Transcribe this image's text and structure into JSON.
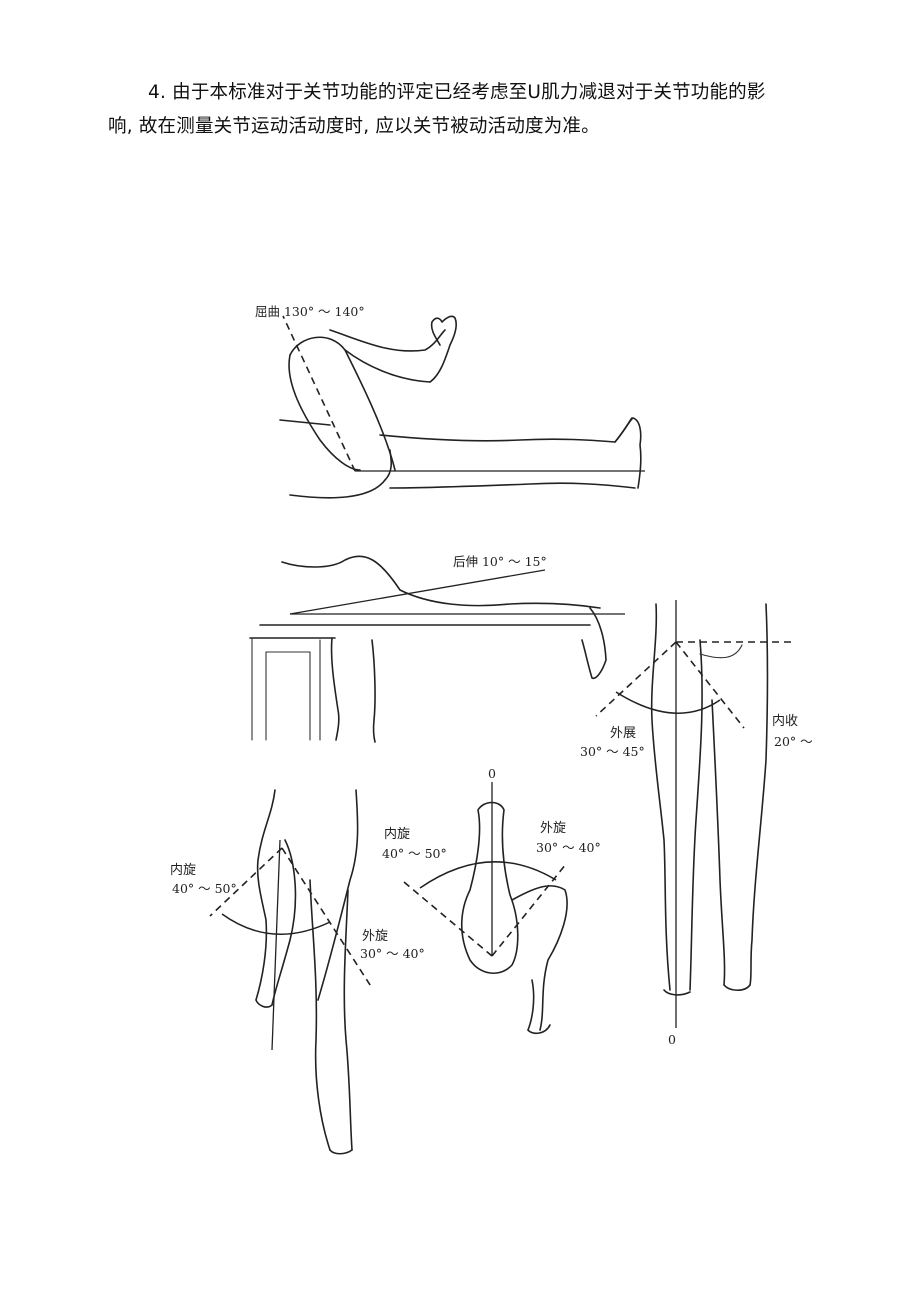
{
  "paragraph": {
    "line1": "4. 由于本标准对于关节功能的评定已经考虑至U肌力减退对于关节功能的影",
    "line2": "响, 故在测量关节运动活动度时, 应以关节被动活动度为准。"
  },
  "figure": {
    "hip_flexion": {
      "label": "屈曲 130° ～ 140°"
    },
    "hip_extension": {
      "label": "后伸 10° ～ 15°"
    },
    "abduction_adduction": {
      "abduction_label": "外展",
      "abduction_range": "30° ～ 45°",
      "adduction_label": "内收",
      "adduction_range": "20° ～",
      "zero_bottom": "0"
    },
    "knee_rotation": {
      "internal_label": "内旋",
      "internal_range": "40° ～ 50°",
      "external_label": "外旋",
      "external_range": "30° ～ 40°"
    },
    "foot_rotation": {
      "zero_top": "0",
      "internal_label": "内旋",
      "internal_range": "40° ～ 50°",
      "external_label": "外旋",
      "external_range": "30° ～ 40°"
    }
  }
}
